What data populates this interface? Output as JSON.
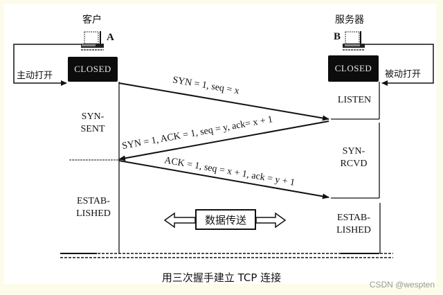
{
  "diagram": {
    "title": "用三次握手建立 TCP 连接",
    "client": {
      "name": "客户",
      "host_label": "A",
      "initial_state": "CLOSED",
      "action": "主动打开",
      "states": [
        "SYN-\nSENT",
        "ESTAB-\nLISHED"
      ]
    },
    "server": {
      "name": "服务器",
      "host_label": "B",
      "initial_state": "CLOSED",
      "action": "被动打开",
      "states": [
        "LISTEN",
        "SYN-\nRCVD",
        "ESTAB-\nLISHED"
      ]
    },
    "messages": [
      {
        "text": "SYN = 1, seq = x",
        "from": "client",
        "to": "server"
      },
      {
        "text": "SYN = 1, ACK = 1, seq = y, ack= x + 1",
        "from": "server",
        "to": "client"
      },
      {
        "text": "ACK = 1, seq = x + 1, ack = y + 1",
        "from": "client",
        "to": "server"
      }
    ],
    "data_transfer_label": "数据传送"
  },
  "watermark": "CSDN @wespten",
  "colors": {
    "background": "#fdfbe9",
    "paper": "#ffffff",
    "ink": "#111111",
    "state_box": "#0c0c0c",
    "watermark": "#9a9a9a"
  }
}
